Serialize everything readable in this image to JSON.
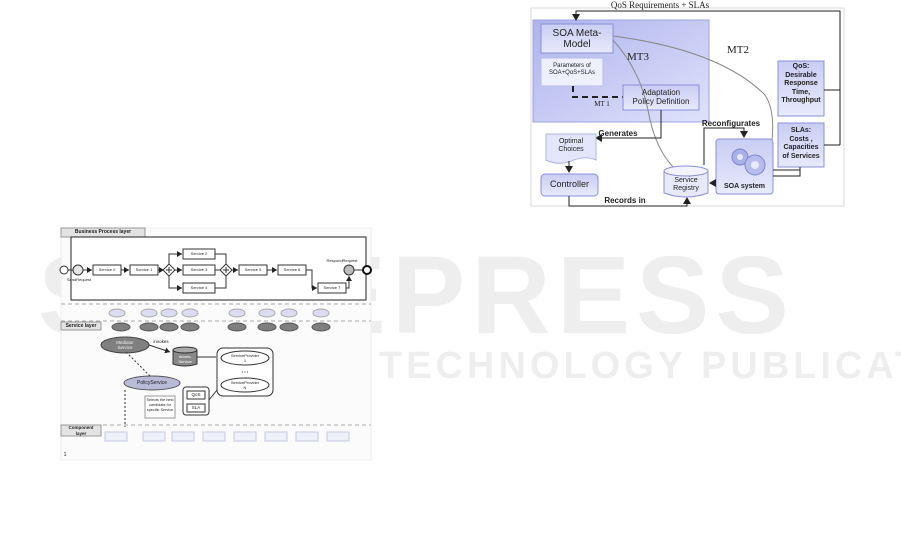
{
  "watermark": {
    "main": "SCITEPRESS",
    "sub": "SCIENCE AND TECHNOLOGY PUBLICATIONS"
  },
  "right_figure": {
    "top_label": "QoS Requirements + SLAs",
    "meta_model": "SOA Meta-\nModel",
    "mt3": "MT3",
    "mt2": "MT2",
    "mt1": "MT 1",
    "parameters": "Parameters of\nSOA+QoS+SLAs",
    "adaptation": "Adaptation\nPolicy Definition",
    "generates": "Generates",
    "reconfigurates": "Reconfigurates",
    "optimal": "Optimal\nChoices",
    "controller": "Controller",
    "registry": "Service\nRegistry",
    "records": "Records in",
    "soa_system": "SOA system",
    "qos": "QoS:\nDesirable\nResponse\nTime,\nThroughput",
    "slas": "SLAs:\nCosts ,\nCapacities\nof Services"
  },
  "left_figure": {
    "business_layer": "Business Process layer",
    "service_layer": "Service layer",
    "component_layer": "Component\nlayer",
    "send_request": "SendRequest",
    "respond_request": "RespondRequest",
    "services": [
      "Service 0",
      "Service 1",
      "Service 2",
      "Service 3",
      "Service 4",
      "Service 5",
      "Service 6",
      "Service 7"
    ],
    "mediator": "Mediator\nService",
    "invokes": "invokes",
    "atomic": "Atomic\nService",
    "provider1": "ServiceProvider\n1",
    "providerN": "ServiceProvider\nN",
    "dots": "• • •",
    "policy": "PolicyService",
    "qos": "QoS",
    "sla": "SLA",
    "selects": "Selects the best\ncandidate for\nspecific Service",
    "footnote": "1"
  }
}
